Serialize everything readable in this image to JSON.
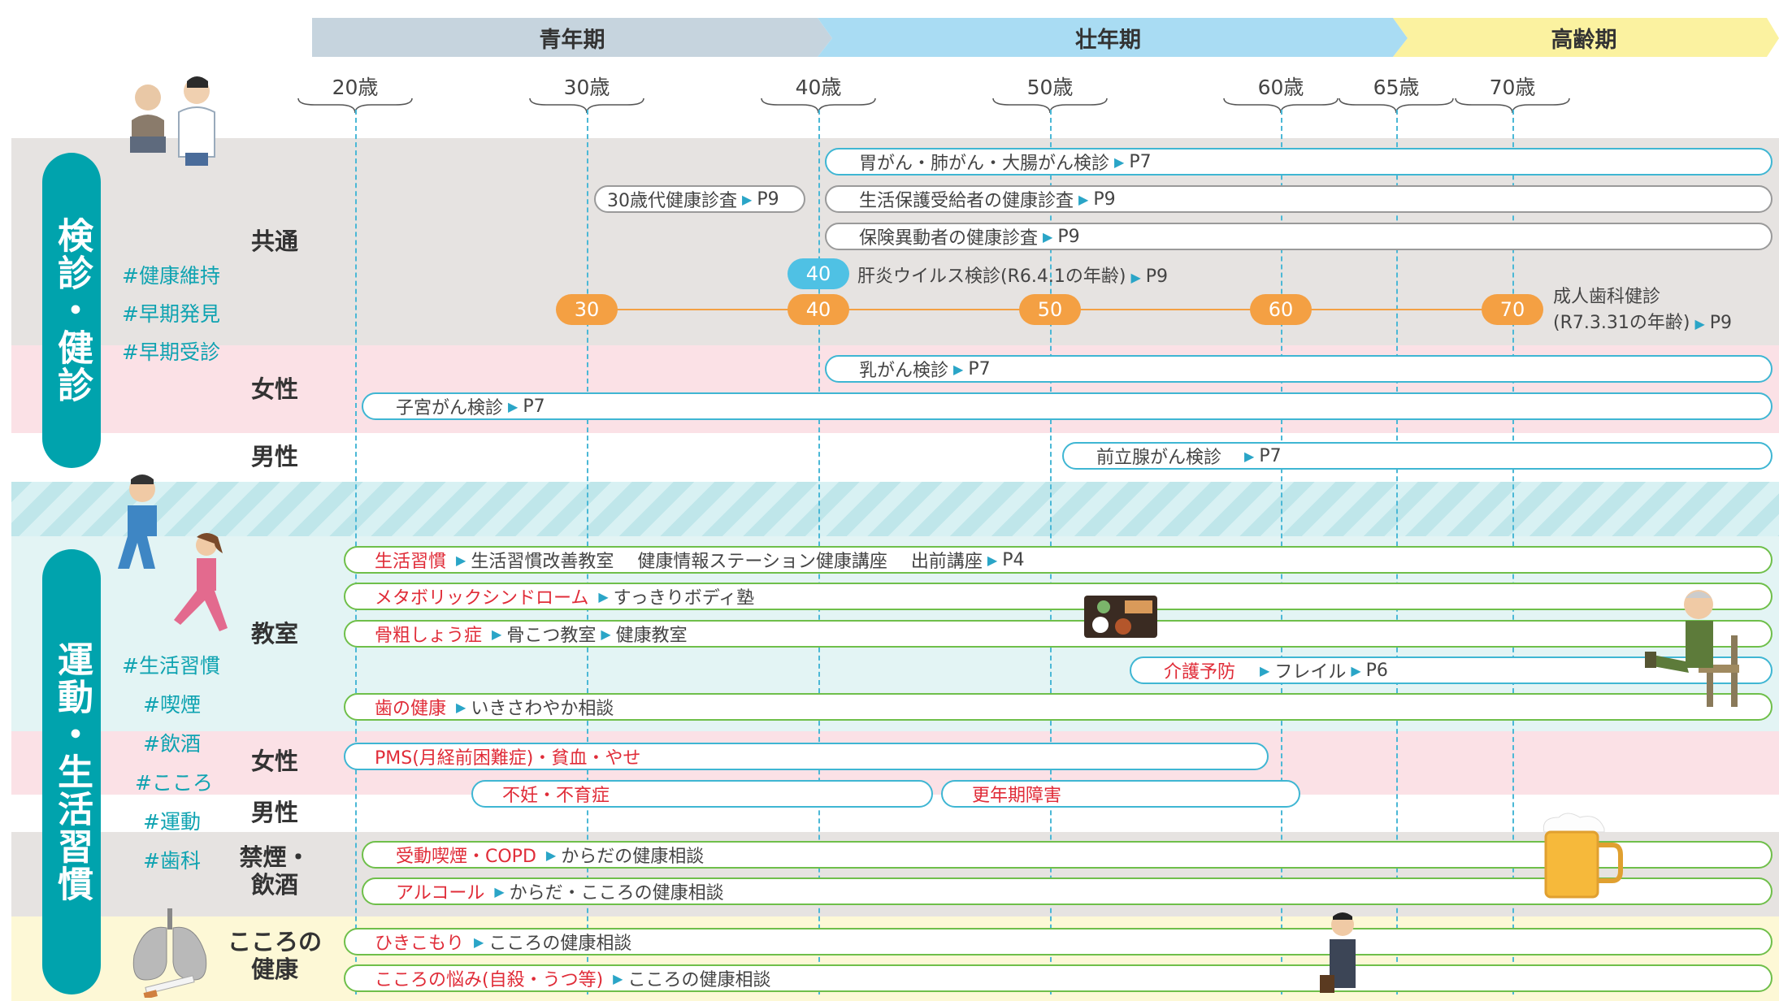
{
  "phases": [
    {
      "label": "青年期",
      "color": "#c6d4de"
    },
    {
      "label": "壮年期",
      "color": "#a9dcf3"
    },
    {
      "label": "高齢期",
      "color": "#fbf2a0"
    }
  ],
  "ages": [
    "20歳",
    "30歳",
    "40歳",
    "50歳",
    "60歳",
    "65歳",
    "70歳"
  ],
  "categories": {
    "exam": {
      "label": "検診・健診",
      "tags": [
        "#健康維持",
        "#早期発見",
        "#早期受診"
      ],
      "sub_common": "共通",
      "sub_female": "女性",
      "sub_male": "男性"
    },
    "life": {
      "label": "運動・生活習慣",
      "tags": [
        "#生活習慣",
        "#喫煙",
        "#飲酒",
        "#こころ",
        "#運動",
        "#歯科"
      ],
      "sub_class": "教室",
      "sub_female": "女性",
      "sub_male": "男性",
      "sub_smoke": "禁煙・飲酒",
      "sub_mind": "こころの健康"
    }
  },
  "exam_bars": {
    "stomach": "胃がん・肺がん・大腸がん検診",
    "stomach_page": "P7",
    "checkup30": "30歳代健康診査",
    "checkup30_page": "P9",
    "welfare": "生活保護受給者の健康診査",
    "welfare_page": "P9",
    "insurance": "保険異動者の健康診査",
    "insurance_page": "P9",
    "hepatitis_age": "40",
    "hepatitis": "肝炎ウイルス検診(R6.4.1の年齢)",
    "hepatitis_page": "P9",
    "dental_ages": [
      "30",
      "40",
      "50",
      "60",
      "70"
    ],
    "dental_label": "成人歯科健診",
    "dental_note": "(R7.3.31の年齢)",
    "dental_page": "P9",
    "breast": "乳がん検診",
    "breast_page": "P7",
    "uterine": "子宮がん検診",
    "uterine_page": "P7",
    "prostate": "前立腺がん検診",
    "prostate_page": "P7"
  },
  "life_bars": {
    "habit_red": "生活習慣",
    "habit_rest": "生活習慣改善教室　 健康情報ステーション健康講座　 出前講座",
    "habit_page": "P4",
    "metabo_red": "メタボリックシンドローム",
    "metabo_rest": "すっきりボディ塾",
    "bone_red": "骨粗しょう症",
    "bone_rest1": "骨こつ教室",
    "bone_rest2": "健康教室",
    "care_red": "介護予防",
    "care_rest": "フレイル",
    "care_page": "P6",
    "teeth_red": "歯の健康",
    "teeth_rest": "いきさわやか相談",
    "pms_red": "PMS(月経前困難症)・貧血・やせ",
    "infertility_red": "不妊・不育症",
    "menopause_red": "更年期障害",
    "smoke_red": "受動喫煙・COPD",
    "smoke_rest": "からだの健康相談",
    "alcohol_red": "アルコール",
    "alcohol_rest": "からだ・こころの健康相談",
    "hikikomori_red": "ひきこもり",
    "hikikomori_rest": "こころの健康相談",
    "worry_red": "こころの悩み(自殺・うつ等)",
    "worry_rest": "こころの健康相談"
  },
  "colors": {
    "teal": "#00a3ad",
    "orange": "#f4a043",
    "blue": "#4fc1e4",
    "red_text": "#e02c38",
    "band_grey": "#e6e3e1",
    "band_pink": "#fbe1e6",
    "band_aqua": "#e3f4f4",
    "band_yellow": "#fdf8d6"
  }
}
